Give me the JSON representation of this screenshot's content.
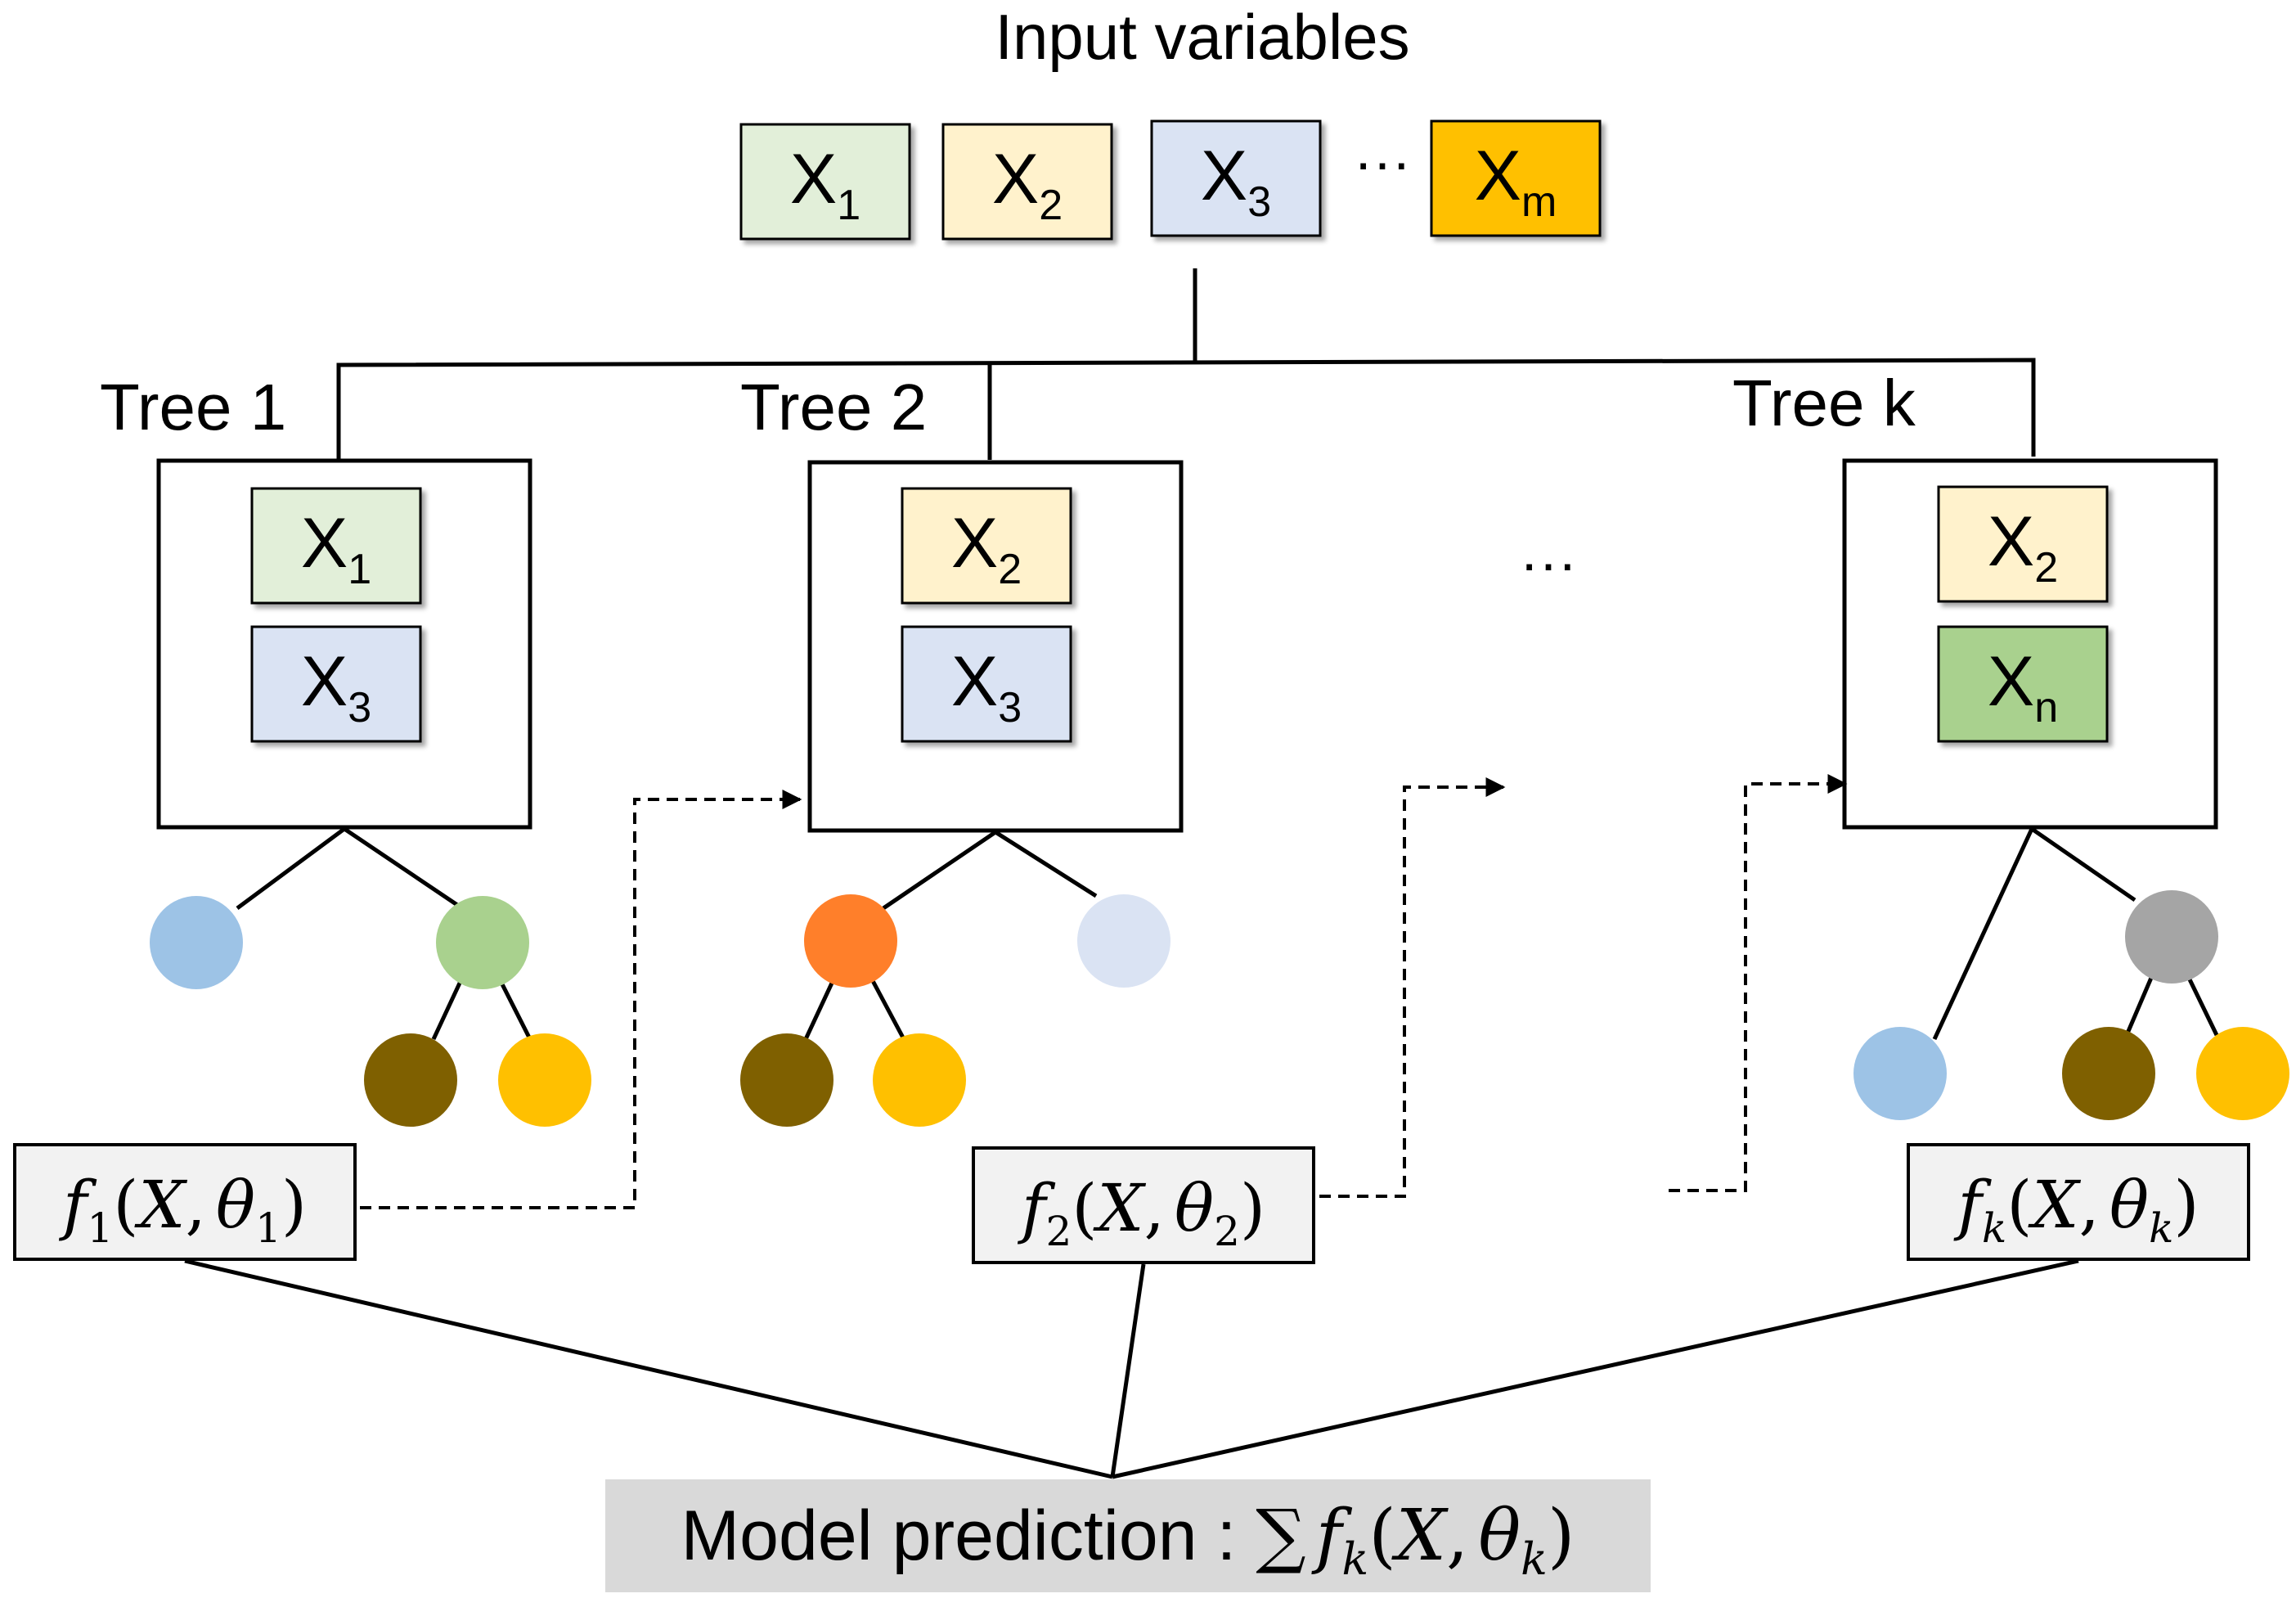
{
  "title": "Input variables",
  "inputs": [
    {
      "base": "X",
      "sub": "1",
      "color": "#e2efd9"
    },
    {
      "base": "X",
      "sub": "2",
      "color": "#fff2cc"
    },
    {
      "base": "X",
      "sub": "3",
      "color": "#dae3f3"
    },
    {
      "base": "X",
      "sub": "m",
      "color": "#ffc000"
    }
  ],
  "ellipsis": "···",
  "trees": [
    {
      "label": "Tree 1",
      "vars": [
        {
          "base": "X",
          "sub": "1",
          "color": "#e2efd9"
        },
        {
          "base": "X",
          "sub": "3",
          "color": "#dae3f3"
        }
      ],
      "f_sub": "1",
      "theta_sub": "1"
    },
    {
      "label": "Tree 2",
      "vars": [
        {
          "base": "X",
          "sub": "2",
          "color": "#fff2cc"
        },
        {
          "base": "X",
          "sub": "3",
          "color": "#dae3f3"
        }
      ],
      "f_sub": "2",
      "theta_sub": "2"
    },
    {
      "label": "Tree k",
      "vars": [
        {
          "base": "X",
          "sub": "2",
          "color": "#fff2cc"
        },
        {
          "base": "X",
          "sub": "n",
          "color": "#a9d18e"
        }
      ],
      "f_sub": "k",
      "theta_sub": "k"
    }
  ],
  "middle_ellipsis": "···",
  "formula": {
    "f": "f",
    "x": "X",
    "theta": "θ",
    "open": "(",
    "close": ")",
    "comma": ","
  },
  "prediction": {
    "label": "Model prediction : ",
    "sum": "∑",
    "f_sub": "k",
    "theta_sub": "k"
  },
  "colors": {
    "light_blue": "#9dc3e6",
    "green": "#a9d18e",
    "brown": "#7f6000",
    "gold": "#ffc000",
    "orange": "#ff7f2a",
    "pale_blue": "#dae3f3",
    "gray": "#a5a5a5",
    "formula_bg": "#f2f2f2",
    "prediction_bg": "#d9d9d9"
  }
}
